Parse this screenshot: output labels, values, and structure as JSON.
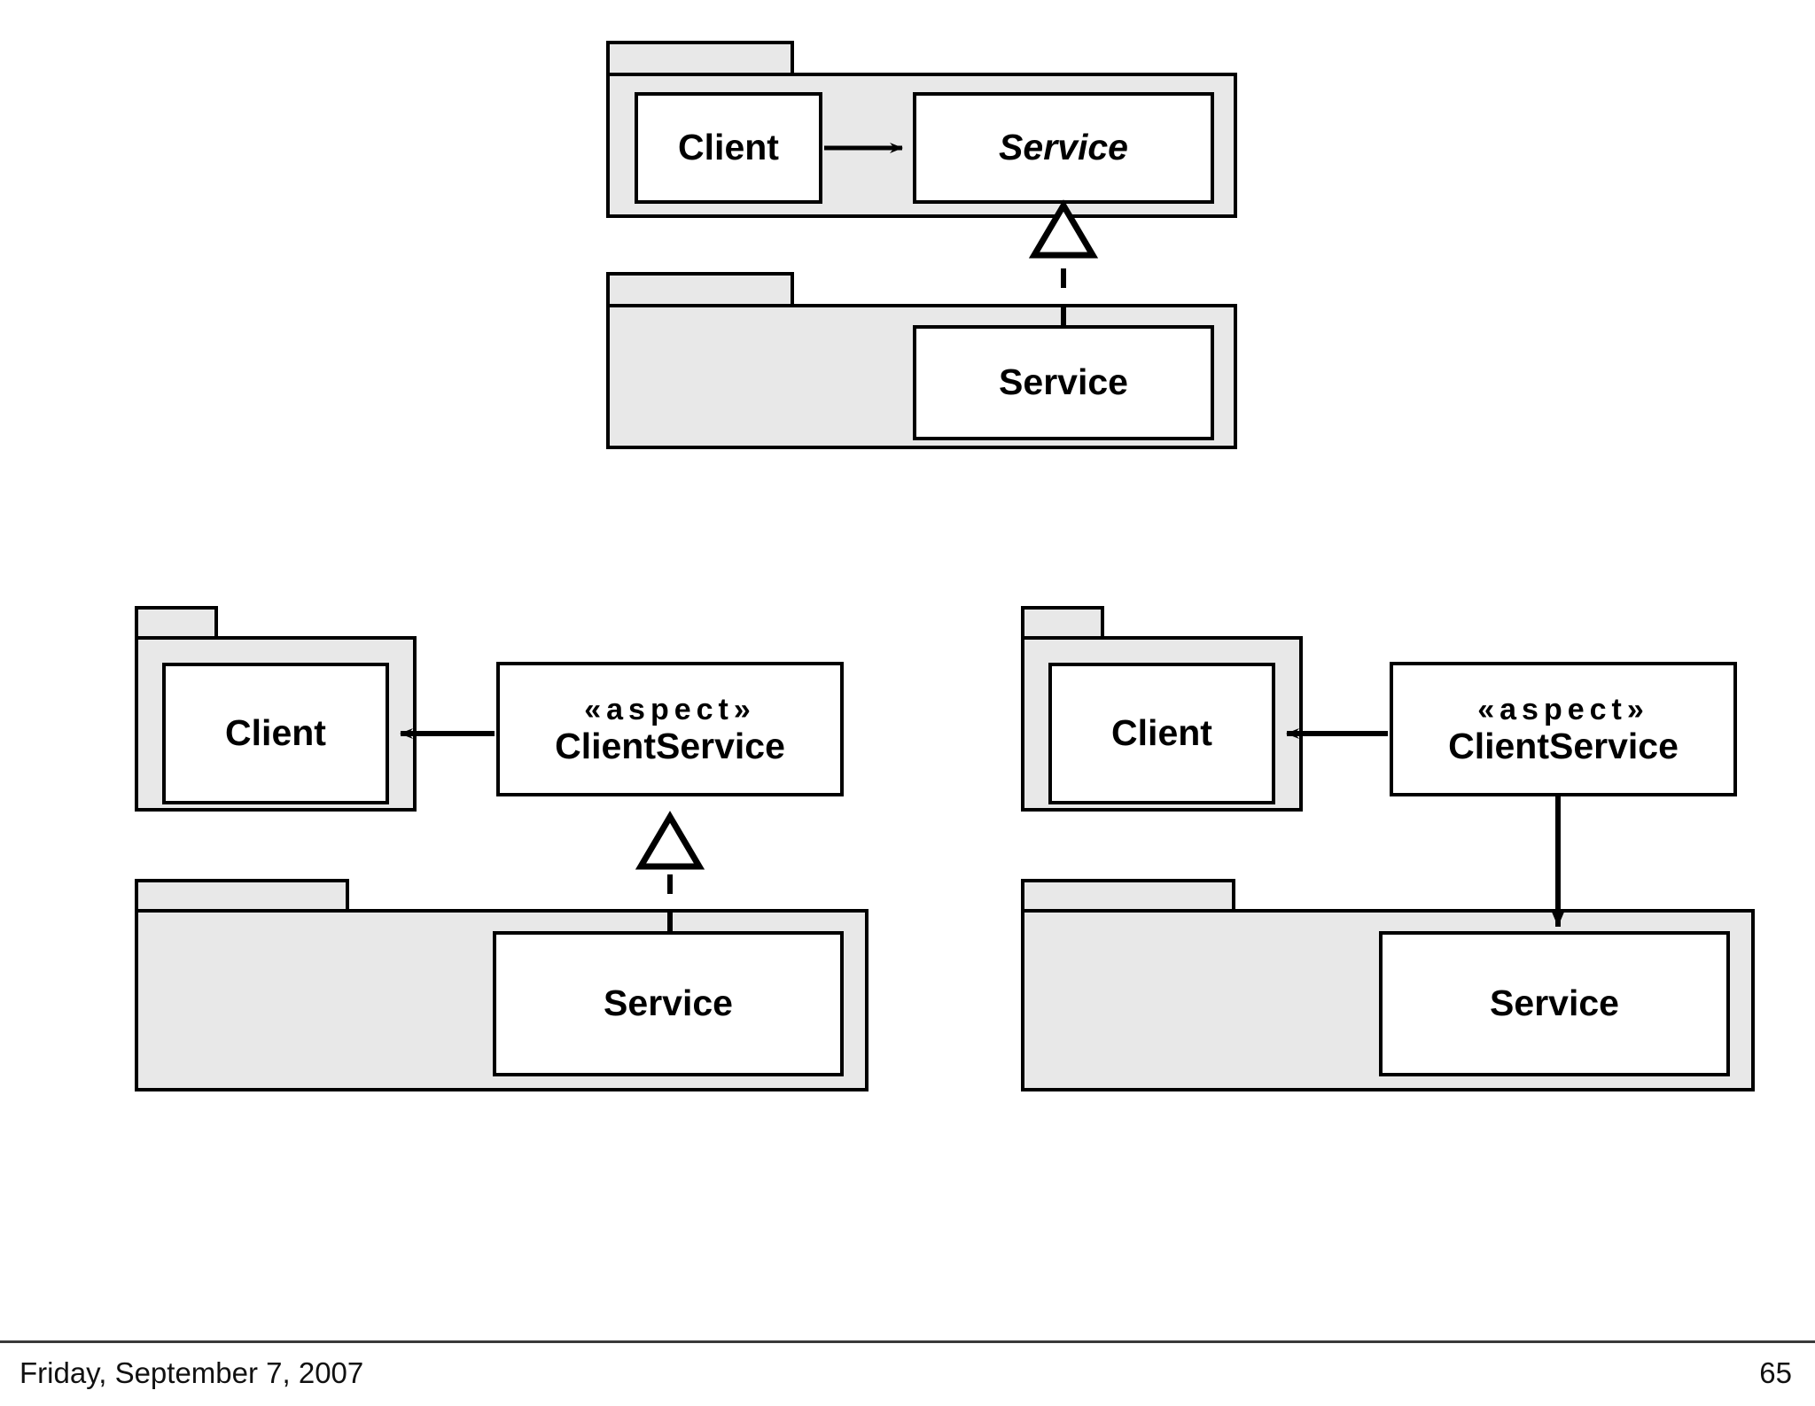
{
  "slide": {
    "page_number": "65",
    "date": "Friday, September 7, 2007",
    "background_color": "#ffffff",
    "package_fill": "#e8e8e8",
    "class_fill": "#ffffff",
    "line_color": "#000000"
  },
  "diagrams": [
    {
      "id": "top-interface-realization",
      "packages": [
        {
          "name": "client-package-top",
          "classes": [
            {
              "name": "Client",
              "label": "Client",
              "abstract": false,
              "stereotype": ""
            },
            {
              "name": "Service",
              "label": "Service",
              "abstract": true,
              "stereotype": ""
            }
          ]
        },
        {
          "name": "service-package-top",
          "classes": [
            {
              "name": "Service",
              "label": "Service",
              "abstract": false,
              "stereotype": ""
            }
          ]
        }
      ],
      "connectors": [
        {
          "kind": "association-arrow",
          "from": "Client",
          "to": "Service",
          "style": "solid",
          "head": "open-arrow"
        },
        {
          "kind": "realization",
          "from": "Service",
          "to": "Service",
          "style": "dashed",
          "head": "hollow-triangle"
        }
      ]
    },
    {
      "id": "bottom-left-aspect-realization",
      "packages": [
        {
          "name": "client-package-left",
          "classes": [
            {
              "name": "Client",
              "label": "Client",
              "abstract": false,
              "stereotype": ""
            }
          ]
        },
        {
          "name": "service-package-left",
          "classes": [
            {
              "name": "Service",
              "label": "Service",
              "abstract": false,
              "stereotype": ""
            }
          ]
        }
      ],
      "external_classes": [
        {
          "name": "ClientService",
          "label": "ClientService",
          "stereotype": "«aspect»",
          "abstract": false
        }
      ],
      "connectors": [
        {
          "kind": "association-arrow",
          "from": "ClientService",
          "to": "Client",
          "style": "solid",
          "head": "open-arrow"
        },
        {
          "kind": "realization",
          "from": "Service",
          "to": "ClientService",
          "style": "dashed",
          "head": "hollow-triangle"
        }
      ]
    },
    {
      "id": "bottom-right-aspect-dependency",
      "packages": [
        {
          "name": "client-package-right",
          "classes": [
            {
              "name": "Client",
              "label": "Client",
              "abstract": false,
              "stereotype": ""
            }
          ]
        },
        {
          "name": "service-package-right",
          "classes": [
            {
              "name": "Service",
              "label": "Service",
              "abstract": false,
              "stereotype": ""
            }
          ]
        }
      ],
      "external_classes": [
        {
          "name": "ClientService",
          "label": "ClientService",
          "stereotype": "«aspect»",
          "abstract": false
        }
      ],
      "connectors": [
        {
          "kind": "association-arrow",
          "from": "ClientService",
          "to": "Client",
          "style": "solid",
          "head": "open-arrow"
        },
        {
          "kind": "association-arrow",
          "from": "ClientService",
          "to": "Service",
          "style": "solid",
          "head": "solid-arrow"
        }
      ]
    }
  ],
  "labels": {
    "client": "Client",
    "service_abstract": "Service",
    "service": "Service",
    "aspect_stereotype": "«aspect»",
    "client_service": "ClientService"
  }
}
